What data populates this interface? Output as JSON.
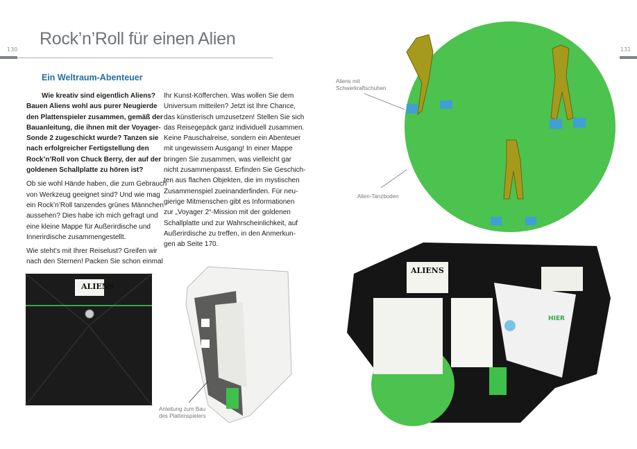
{
  "left_page": {
    "page_number": "130",
    "title": "Rock’n’Roll für einen Alien",
    "heading": "Ein Weltraum-Abenteuer",
    "column1": [
      {
        "bold": true,
        "lines": [
          "Wie kreativ sind eigentlich Aliens?",
          "Bauen Aliens wohl aus purer Neugierde",
          "den Plattenspieler zusammen, gemäß der",
          "Bauanleitung, die ihnen mit der Voyager-",
          "Sonde 2 zugeschickt wurde? Tanzen sie",
          "nach erfolgreicher Fertigstellung den",
          "Rock’n’Roll von Chuck Berry, der auf der",
          "goldenen Schallplatte zu hören ist?"
        ]
      },
      {
        "bold": false,
        "lines": [
          "Ob sie wohl Hände haben, die zum Gebrauch",
          "von Werkzeug geeignet sind? Und wie mag",
          "ein Rock’n’Roll tanzendes grünes Männchen",
          "aussehen? Dies habe ich mich gefragt und",
          "eine kleine Mappe für Außerirdische und",
          "Innerirdische zusammengestellt."
        ]
      },
      {
        "bold": false,
        "lines": [
          "Wie steht’s mit Ihrer Reiselust? Greifen wir",
          "nach den Sternen! Packen Sie schon einmal"
        ]
      }
    ],
    "column2": [
      "Ihr Kunst-Köfferchen. Was wollen Sie dem",
      "Universum mitteilen? Jetzt ist Ihre Chance,",
      "das künstlerisch umzusetzen! Stellen Sie sich",
      "das Reisegepäck ganz individuell zusammen.",
      "Keine Pauschalreise, sondern ein Abenteuer",
      "mit ungewissem Ausgang! In einer Mappe",
      "bringen Sie zusammen, was vielleicht gar",
      "nicht zusammenpasst. Erfinden Sie Geschich-",
      "ten aus flachen Objekten, die im mystischen",
      "Zusammenspiel zueinanderfinden. Für neu-",
      "gierige Mitmenschen gibt es Informationen",
      "zur „Voyager 2“-Mission mit der goldenen",
      "Schallplatte und zur Wahrscheinlichkeit, auf",
      "Außerirdische zu treffen, in den Anmerkun-",
      "gen ab Seite 170."
    ],
    "folder_label": "ALIENS",
    "caption_manual": [
      "Anleitung zum Bau",
      "des Plattenspielers"
    ]
  },
  "right_page": {
    "page_number": "131",
    "caption_aliens": [
      "Aliens mit",
      "Schwerkraftschuhen"
    ],
    "caption_floor": "Alien-Tanzboden",
    "collage_card": "ALIENS",
    "collage_note": "HIER"
  },
  "colors": {
    "heading": "#1f6fa3",
    "title": "#6f7479",
    "green": "#4cc24f",
    "shoes": "#3f9fd6"
  }
}
